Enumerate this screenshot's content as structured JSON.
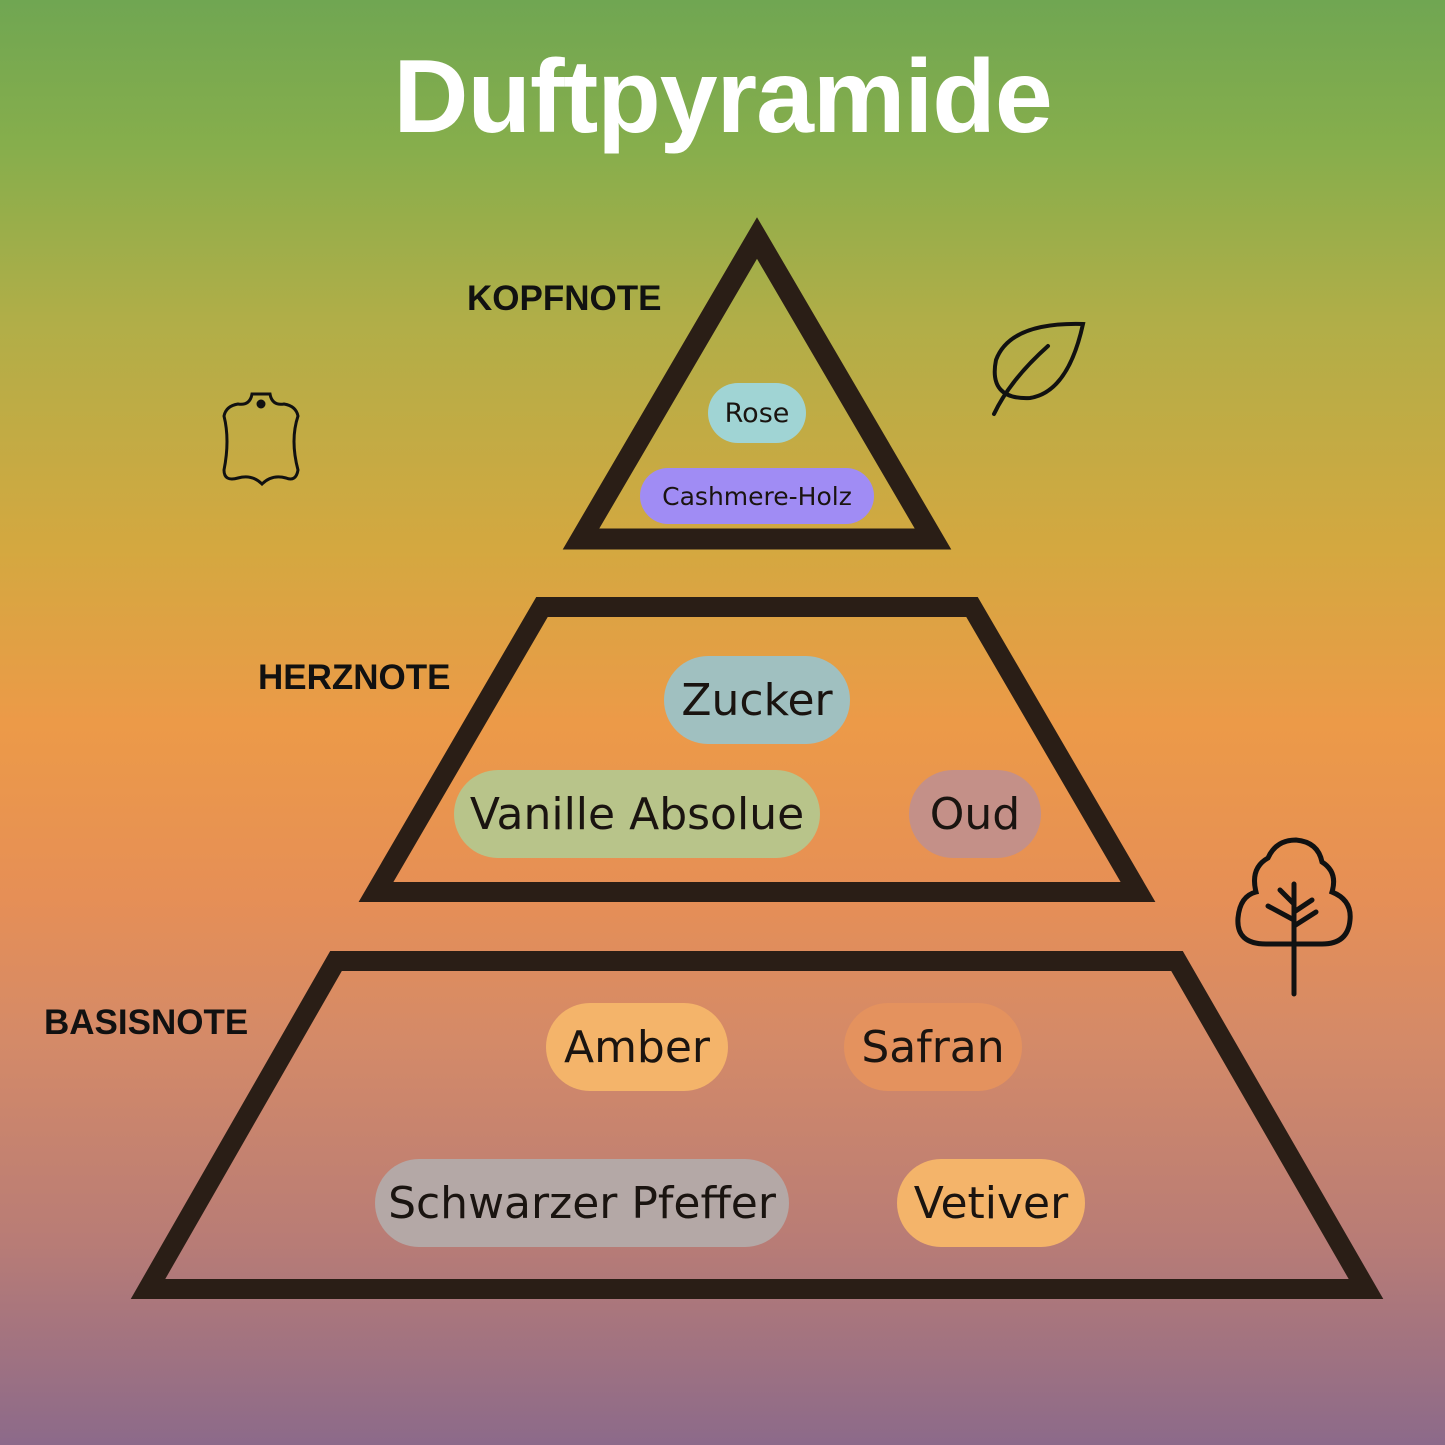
{
  "title": "Duftpyramide",
  "levels": {
    "top": "KOPFNOTE",
    "middle": "HERZNOTE",
    "base": "BASISNOTE"
  },
  "notes": {
    "top": [
      {
        "label": "Rose",
        "color": "#a0d4d4"
      },
      {
        "label": "Cashmere-Holz",
        "color": "#a08cf4"
      }
    ],
    "middle": [
      {
        "label": "Zucker",
        "color": "#a0c0c0"
      },
      {
        "label": "Vanille Absolue",
        "color": "#b8c48a"
      },
      {
        "label": "Oud",
        "color": "#c49088"
      }
    ],
    "base": [
      {
        "label": "Amber",
        "color": "#f4b46a"
      },
      {
        "label": "Safran",
        "color": "#e4925e"
      },
      {
        "label": "Schwarzer Pfeffer",
        "color": "#b4a8a6"
      },
      {
        "label": "Vetiver",
        "color": "#f4b46a"
      }
    ]
  },
  "icons": [
    "leather-icon",
    "leaf-icon",
    "tree-icon"
  ]
}
